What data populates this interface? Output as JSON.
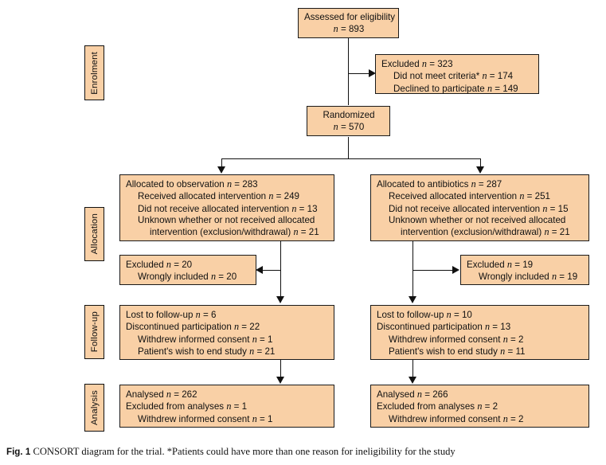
{
  "figure": {
    "label": "Fig. 1",
    "caption": "CONSORT diagram for the trial. *Patients could have more than one reason for ineligibility for the study",
    "box_fill": "#f9d0a6",
    "border_color": "#111111"
  },
  "phases": [
    {
      "name": "enrolment",
      "label": "Enrolment"
    },
    {
      "name": "allocation",
      "label": "Allocation"
    },
    {
      "name": "followup",
      "label": "Follow-up"
    },
    {
      "name": "analysis",
      "label": "Analysis"
    }
  ],
  "nodes": {
    "assessed": {
      "line1": "Assessed for eligibility",
      "line2_n": "n",
      "line2_eq": " = 893"
    },
    "excluded_top": {
      "l1a": "Excluded ",
      "l1n": "n",
      "l1b": " = 323",
      "l2a": "Did not meet criteria* ",
      "l2n": "n",
      "l2b": " = 174",
      "l3a": "Declined to participate ",
      "l3n": "n",
      "l3b": " = 149"
    },
    "randomized": {
      "line1": "Randomized",
      "line2_n": "n",
      "line2_eq": " = 570"
    },
    "alloc_left": {
      "l1a": "Allocated to observation ",
      "l1n": "n",
      "l1b": " = 283",
      "l2a": "Received allocated intervention ",
      "l2n": "n",
      "l2b": " = 249",
      "l3a": "Did not receive allocated intervention ",
      "l3n": "n",
      "l3b": " = 13",
      "l4": "Unknown whether or not received allocated",
      "l5a": "intervention (exclusion/withdrawal) ",
      "l5n": "n",
      "l5b": " = 21"
    },
    "alloc_right": {
      "l1a": "Allocated to antibiotics ",
      "l1n": "n",
      "l1b": " = 287",
      "l2a": "Received allocated intervention ",
      "l2n": "n",
      "l2b": " = 251",
      "l3a": "Did not receive allocated intervention ",
      "l3n": "n",
      "l3b": " = 15",
      "l4": "Unknown whether or not received allocated",
      "l5a": "intervention (exclusion/withdrawal) ",
      "l5n": "n",
      "l5b": " = 21"
    },
    "excluded_left": {
      "l1a": "Excluded ",
      "l1n": "n",
      "l1b": " = 20",
      "l2a": "Wrongly included ",
      "l2n": "n",
      "l2b": " = 20"
    },
    "excluded_right": {
      "l1a": "Excluded ",
      "l1n": "n",
      "l1b": " = 19",
      "l2a": "Wrongly included ",
      "l2n": "n",
      "l2b": " = 19"
    },
    "followup_left": {
      "l1a": "Lost to follow-up ",
      "l1n": "n",
      "l1b": " = 6",
      "l2a": "Discontinued participation ",
      "l2n": "n",
      "l2b": " = 22",
      "l3a": "Withdrew informed consent ",
      "l3n": "n",
      "l3b": " = 1",
      "l4a": "Patient's wish to end study ",
      "l4n": "n",
      "l4b": " = 21"
    },
    "followup_right": {
      "l1a": "Lost to follow-up ",
      "l1n": "n",
      "l1b": " = 10",
      "l2a": "Discontinued participation ",
      "l2n": "n",
      "l2b": " = 13",
      "l3a": "Withdrew informed consent ",
      "l3n": "n",
      "l3b": " = 2",
      "l4a": "Patient's wish to end study ",
      "l4n": "n",
      "l4b": " = 11"
    },
    "analysis_left": {
      "l1a": "Analysed ",
      "l1n": "n",
      "l1b": " = 262",
      "l2a": "Excluded from analyses ",
      "l2n": "n",
      "l2b": " = 1",
      "l3a": "Withdrew informed consent ",
      "l3n": "n",
      "l3b": " = 1"
    },
    "analysis_right": {
      "l1a": "Analysed ",
      "l1n": "n",
      "l1b": " = 266",
      "l2a": "Excluded from analyses ",
      "l2n": "n",
      "l2b": " = 2",
      "l3a": "Withdrew informed consent ",
      "l3n": "n",
      "l3b": " = 2"
    }
  },
  "chart_data": {
    "type": "diagram",
    "title": "CONSORT diagram for the trial",
    "flow": [
      {
        "stage": "Enrolment",
        "node": "Assessed for eligibility",
        "n": 893
      },
      {
        "stage": "Enrolment",
        "node": "Excluded",
        "n": 323,
        "reasons": [
          {
            "label": "Did not meet criteria*",
            "n": 174
          },
          {
            "label": "Declined to participate",
            "n": 149
          }
        ]
      },
      {
        "stage": "Enrolment",
        "node": "Randomized",
        "n": 570
      },
      {
        "stage": "Allocation",
        "arm": "observation",
        "node": "Allocated to observation",
        "n": 283,
        "details": [
          {
            "label": "Received allocated intervention",
            "n": 249
          },
          {
            "label": "Did not receive allocated intervention",
            "n": 13
          },
          {
            "label": "Unknown whether or not received allocated intervention (exclusion/withdrawal)",
            "n": 21
          }
        ]
      },
      {
        "stage": "Allocation",
        "arm": "antibiotics",
        "node": "Allocated to antibiotics",
        "n": 287,
        "details": [
          {
            "label": "Received allocated intervention",
            "n": 251
          },
          {
            "label": "Did not receive allocated intervention",
            "n": 15
          },
          {
            "label": "Unknown whether or not received allocated intervention (exclusion/withdrawal)",
            "n": 21
          }
        ]
      },
      {
        "stage": "Allocation",
        "arm": "observation",
        "node": "Excluded",
        "n": 20,
        "reasons": [
          {
            "label": "Wrongly included",
            "n": 20
          }
        ]
      },
      {
        "stage": "Allocation",
        "arm": "antibiotics",
        "node": "Excluded",
        "n": 19,
        "reasons": [
          {
            "label": "Wrongly included",
            "n": 19
          }
        ]
      },
      {
        "stage": "Follow-up",
        "arm": "observation",
        "lost_to_followup": 6,
        "discontinued": 22,
        "reasons": [
          {
            "label": "Withdrew informed consent",
            "n": 1
          },
          {
            "label": "Patient's wish to end study",
            "n": 21
          }
        ]
      },
      {
        "stage": "Follow-up",
        "arm": "antibiotics",
        "lost_to_followup": 10,
        "discontinued": 13,
        "reasons": [
          {
            "label": "Withdrew informed consent",
            "n": 2
          },
          {
            "label": "Patient's wish to end study",
            "n": 11
          }
        ]
      },
      {
        "stage": "Analysis",
        "arm": "observation",
        "analysed": 262,
        "excluded_from_analyses": 1,
        "reasons": [
          {
            "label": "Withdrew informed consent",
            "n": 1
          }
        ]
      },
      {
        "stage": "Analysis",
        "arm": "antibiotics",
        "analysed": 266,
        "excluded_from_analyses": 2,
        "reasons": [
          {
            "label": "Withdrew informed consent",
            "n": 2
          }
        ]
      }
    ]
  }
}
